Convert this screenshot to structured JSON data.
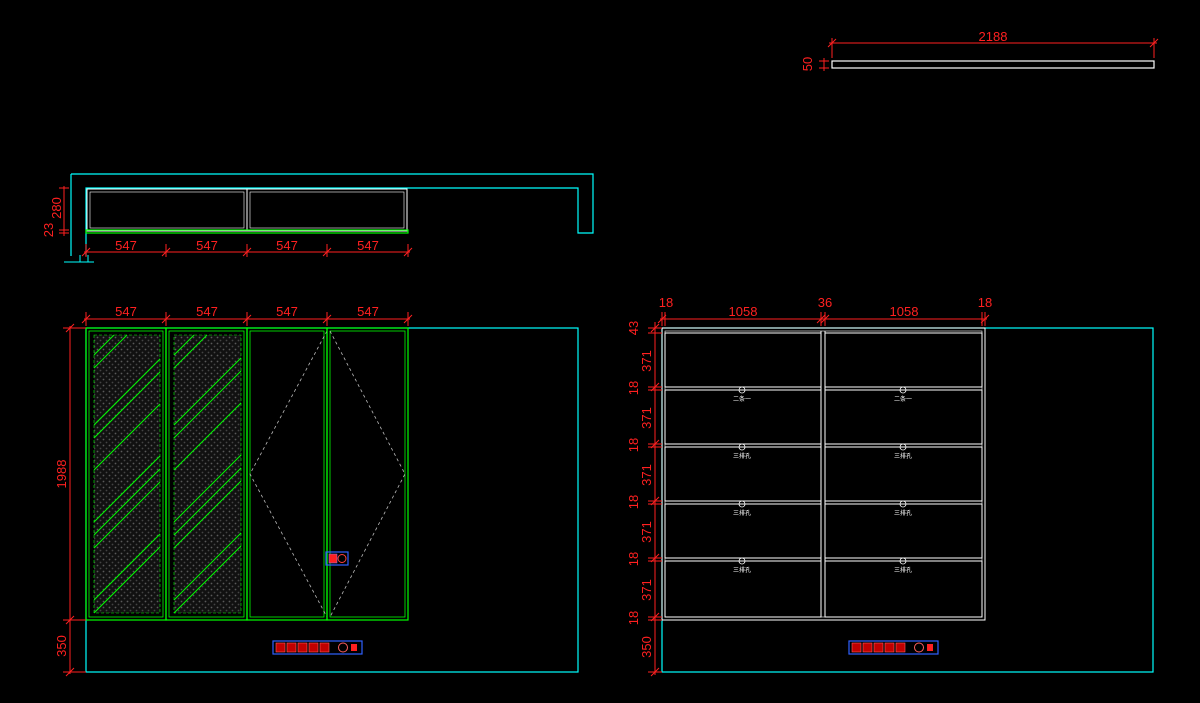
{
  "colors": {
    "background": "#000000",
    "outline": "#00ffff",
    "door": "#00ff00",
    "dimension": "#ff2020",
    "cabinet": "#ffffff"
  },
  "top_panel": {
    "width_label": "2188",
    "height_label": "50"
  },
  "plan_view": {
    "height_labels": [
      "23",
      "280"
    ],
    "width_labels": [
      "547",
      "547",
      "547",
      "547"
    ]
  },
  "left_elevation": {
    "width_labels": [
      "547",
      "547",
      "547",
      "547"
    ],
    "height_labels": [
      "1988",
      "350"
    ]
  },
  "right_elevation": {
    "top_labels": [
      "18",
      "1058",
      "36",
      "1058",
      "18"
    ],
    "side_labels": [
      "43",
      "371",
      "18",
      "371",
      "18",
      "371",
      "18",
      "371",
      "18",
      "371",
      "18",
      "350"
    ],
    "drawer_labels": [
      "二条一",
      "二条一",
      "三排孔",
      "三排孔",
      "三排孔",
      "三排孔",
      "三排孔",
      "三排孔"
    ]
  }
}
